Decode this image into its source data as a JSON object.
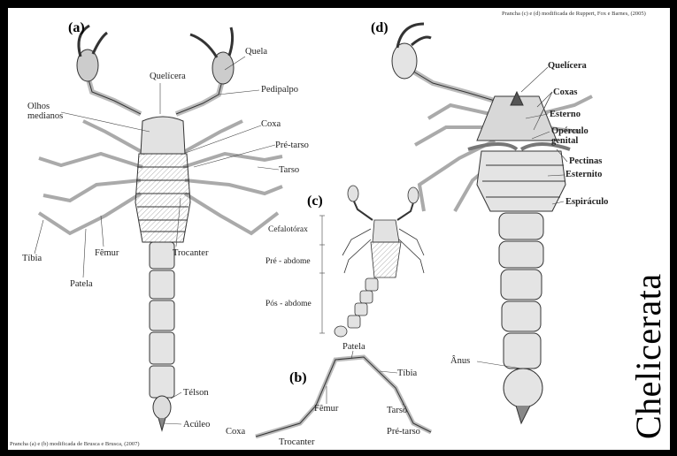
{
  "title": "Chelicerata",
  "credits": {
    "top": "Prancha (c) e (d) modificada de Ruppert, Fox e Barnes, (2005)",
    "bottom": "Prancha (a) e (b) modificada de Brusca e Brusca, (2007)"
  },
  "panels": {
    "a": "(a)",
    "b": "(b)",
    "c": "(c)",
    "d": "(d)"
  },
  "labels_a": {
    "quelicera": "Quelícera",
    "quela": "Quela",
    "pedipalpo": "Pedipalpo",
    "olhos": "Olhos",
    "medianos": "medianos",
    "coxa": "Coxa",
    "pretarso": "Pré-tarso",
    "tarso": "Tarso",
    "tibia": "Tíbia",
    "femur": "Fêmur",
    "patela": "Patela",
    "trocanter": "Trocanter",
    "telson": "Télson",
    "aculeo": "Acúleo"
  },
  "labels_b": {
    "patela": "Patela",
    "tibia": "Tíbia",
    "femur": "Fêmur",
    "tarso": "Tarso",
    "coxa": "Coxa",
    "pretarso": "Pré-tarso",
    "trocanter": "Trocanter"
  },
  "labels_c": {
    "cefalotorax": "Cefalotórax",
    "preabdome": "Pré - abdome",
    "posabdome": "Pós - abdome"
  },
  "labels_d": {
    "quelicera": "Quelícera",
    "coxas": "Coxas",
    "esterno": "Esterno",
    "operculo": "Opérculo",
    "genital": "genital",
    "pectinas": "Pectinas",
    "esternito": "Esternito",
    "espiraculo": "Espiráculo",
    "anus": "Ânus"
  }
}
